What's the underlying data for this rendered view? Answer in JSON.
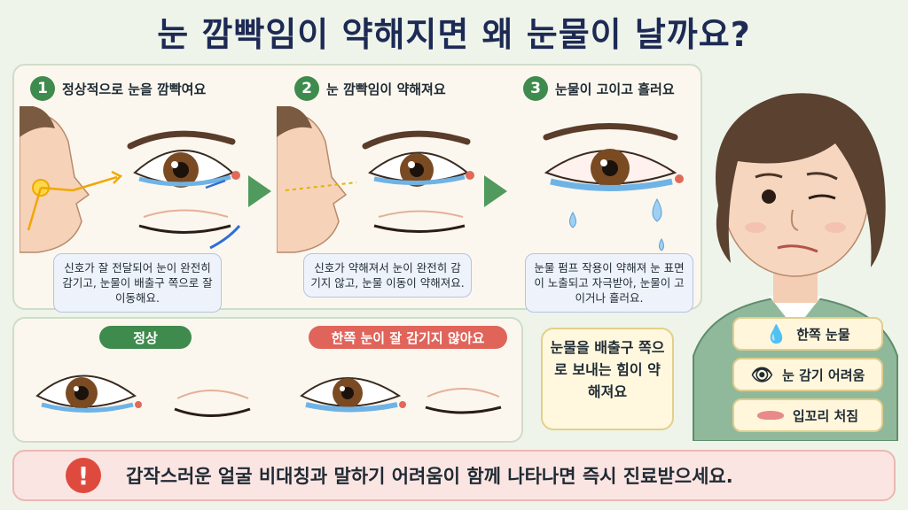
{
  "title": "눈 깜빡임이 약해지면 왜 눈물이 날까요?",
  "steps": [
    {
      "number": "1",
      "title": "정상적으로 눈을 깜빡여요",
      "caption": "신호가 잘 전달되어 눈이 완전히 감기고, 눈물이 배출구 쪽으로 잘 이동해요."
    },
    {
      "number": "2",
      "title": "눈 깜빡임이 약해져요",
      "caption": "신호가 약해져서 눈이 완전히 감기지 않고, 눈물 이동이 약해져요."
    },
    {
      "number": "3",
      "title": "눈물이 고이고 흘러요",
      "caption": "눈물 펌프 작용이 약해져 눈 표면이 노출되고 자극받아, 눈물이 고이거나 흘러요."
    }
  ],
  "comparison": {
    "normal_label": "정상",
    "abnormal_label": "한쪽 눈이 잘 감기지 않아요",
    "bubble": "눈물을 배출구 쪽으로 보내는 힘이 약해져요"
  },
  "symptoms": [
    {
      "icon": "tear-drop-icon",
      "label": "한쪽 눈물"
    },
    {
      "icon": "eye-icon",
      "label": "눈 감기 어려움"
    },
    {
      "icon": "lips-icon",
      "label": "입꼬리 처짐"
    }
  ],
  "warning": "갑작스러운 얼굴 비대칭과 말하기 어려움이 함께 나타나면 즉시 진료받으세요.",
  "colors": {
    "accent_green": "#3f8b4e",
    "normal_pill": "#3f8b4e",
    "abnormal_pill": "#e0645a",
    "warning_red": "#de4b3e",
    "tear_blue": "#6fb3e6"
  }
}
